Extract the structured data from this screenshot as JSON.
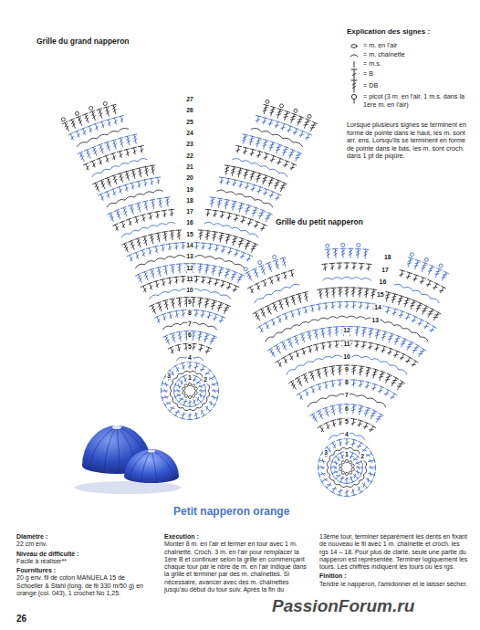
{
  "diagram": {
    "title": "Petit napperon orange",
    "labels": [
      "Grille du grand napperon",
      "Explication des signes :",
      "Lorsque plusieurs signes se terminent en forme de pointe dans le haut, les m. sont arr. ens. Lorsqu'ils se terminent en forme de pointe dans le bas, les m. sont croch. dans 1 pt de piqûre.",
      "Grille du petit napperon",
      "Diamètre :",
      "22 cm env.",
      "Niveau de difficulté :",
      "Facile à réaliser**",
      "Fournitures :",
      "20 g env. fil de coton MANUELA 15 de Schoeller & Stahl (long. de fil 330 m/50 g) en orange (col. 043), 1 crochet No 1,25.",
      "Exécution :",
      "Monter 8 m. en l'air et fermer en tour avec 1 m. chaînette. Croch. 3 m. en l'air pour remplacer la 1ère B et continuer selon la grille en commençant chaque tour par le nbre de m. en l'air indiqué dans la grille et terminer par des m. chaînettes. Si nécessaire, avancer avec des m. chaînettes jusqu'au début du tour suiv. Après la fin du",
      "13ème tour, terminer séparément les dents en fixant de nouveau le fil avec 1 m. chaînette et croch. les rgs 14 – 18. Pour plus de clarté, seule une partie du napperon est représentée. Terminer logiquement les tours. Les chiffres indiquent les tours ou les rgs.",
      "Finition :",
      "Tendre le napperon, l'amidonner et le laisser sécher.",
      "26",
      "PassionForum.ru",
      "1",
      "2",
      "3",
      "4",
      "5",
      "6",
      "7",
      "8",
      "9",
      "10",
      "11",
      "12",
      "13",
      "14",
      "15",
      "16",
      "17",
      "18",
      "19",
      "20",
      "21",
      "22",
      "23",
      "24",
      "25",
      "26",
      "27",
      "1",
      "2",
      "3",
      "4",
      "5",
      "6",
      "7",
      "8",
      "9",
      "10",
      "11",
      "12",
      "13",
      "14",
      "15",
      "16",
      "17",
      "18"
    ],
    "legend": [
      {
        "text": "= m. en l'air"
      },
      {
        "text": "= m. chaînette"
      },
      {
        "text": "= m.s."
      },
      {
        "text": "= B"
      },
      {
        "text": "= DB"
      },
      {
        "text": "= picot (3 m. en l'air, 1 m.s. dans la 1ère m. en l'air)"
      }
    ]
  }
}
